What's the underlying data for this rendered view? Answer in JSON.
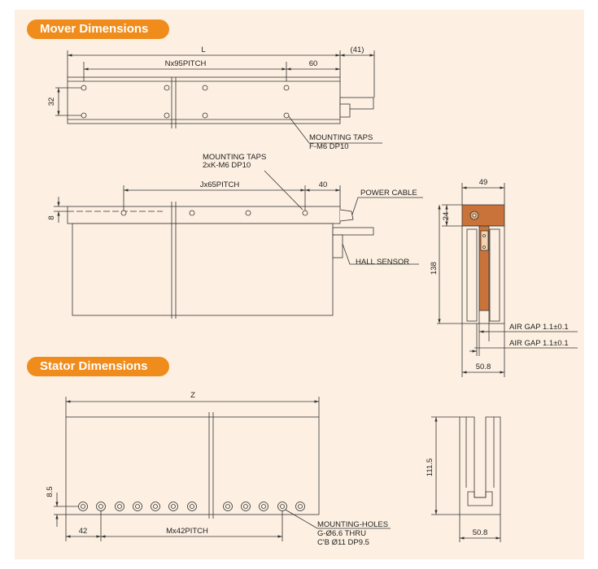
{
  "sections": {
    "mover_title": "Mover Dimensions",
    "stator_title": "Stator Dimensions"
  },
  "mover_top": {
    "dim_L": "L",
    "dim_41": "(41)",
    "dim_pitch": "Nx95PITCH",
    "dim_60": "60",
    "dim_32": "32",
    "taps_line1": "MOUNTING TAPS",
    "taps_line2": "F-M6 DP10"
  },
  "mover_side": {
    "taps_line1": "MOUNTING TAPS",
    "taps_line2": "2xK-M6 DP10",
    "dim_pitch": "Jx65PITCH",
    "dim_40": "40",
    "dim_8": "8",
    "power_cable": "POWER CABLE",
    "hall_sensor": "HALL SENSOR"
  },
  "mover_end": {
    "dim_49": "49",
    "dim_24": "24",
    "dim_138": "138",
    "air_gap_1": "AIR GAP 1.1±0.1",
    "air_gap_2": "AIR GAP 1.1±0.1",
    "dim_50_8": "50.8"
  },
  "stator": {
    "dim_Z": "Z",
    "dim_8_5": "8.5",
    "dim_42": "42",
    "dim_pitch": "Mx42PITCH",
    "holes_line1": "MOUNTING-HOLES",
    "holes_line2": "G-Ø6.6 THRU",
    "holes_line3": "C'B Ø11 DP9.5",
    "dim_111_5": "111.5",
    "dim_50_8": "50.8"
  },
  "colors": {
    "panel": "#fdf0e2",
    "pill": "#f08c1c",
    "coil": "#c9733a"
  }
}
